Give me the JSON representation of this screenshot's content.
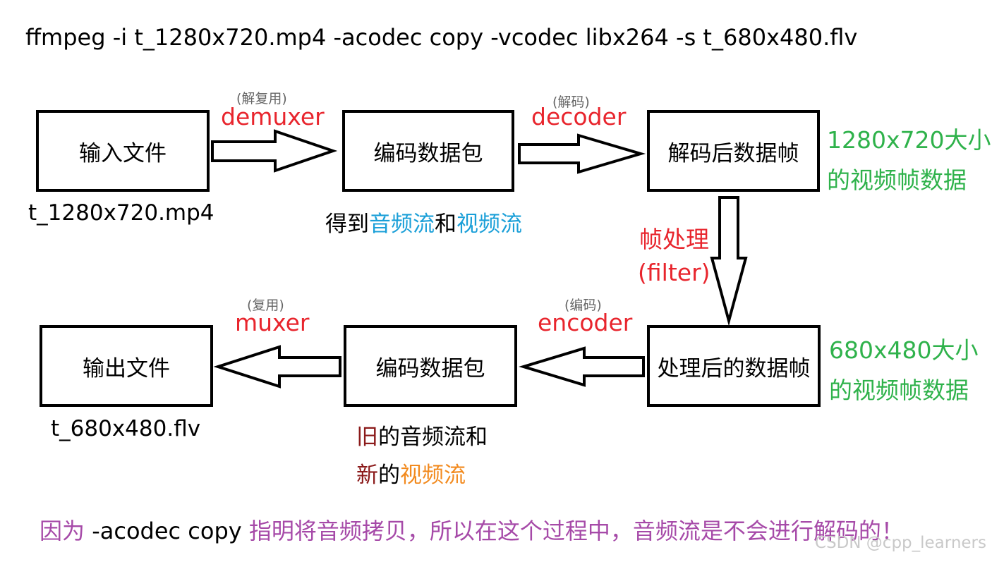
{
  "command": "ffmpeg -i t_1280x720.mp4 -acodec copy -vcodec libx264 -s t_680x480.flv",
  "boxes": {
    "input_file": "输入文件",
    "packets_top": "编码数据包",
    "decoded_frames": "解码后数据帧",
    "processed_frames": "处理后的数据帧",
    "packets_bottom": "编码数据包",
    "output_file": "输出文件"
  },
  "arrows": {
    "demuxer": {
      "sub": "(解复用)",
      "label": "demuxer"
    },
    "decoder": {
      "sub": "(解码)",
      "label": "decoder"
    },
    "filter": {
      "label_line1": "帧处理",
      "label_line2": "(filter)"
    },
    "encoder": {
      "sub": "(编码)",
      "label": "encoder"
    },
    "muxer": {
      "sub": "(复用)",
      "label": "muxer"
    }
  },
  "captions": {
    "input_filename": "t_1280x720.mp4",
    "output_filename": "t_680x480.flv",
    "got_prefix": "得到",
    "got_audio": "音频流",
    "got_and": "和",
    "got_video": "视频流",
    "old_char": "旧",
    "old_rest": "的音频流和",
    "new_char": "新",
    "new_de": "的",
    "new_video": "视频流"
  },
  "sizes": {
    "top_line1": "1280x720大小",
    "top_line2": "的视频帧数据",
    "bottom_line1": "680x480大小",
    "bottom_line2": "的视频帧数据"
  },
  "note": {
    "part1": "因为",
    "part2": " -acodec copy ",
    "part3": "指明将音频拷贝，所以在这个过程中，音频流是不会进行解码的！"
  },
  "watermark": "CSDN @cpp_learners",
  "colors": {
    "label_red": "#e8252d",
    "size_green": "#2fb24b",
    "stream_cyan": "#1a9fd8",
    "old_darkred": "#8b1a1a",
    "new_orange": "#f28a1e",
    "note_purple": "#a64aa8"
  }
}
